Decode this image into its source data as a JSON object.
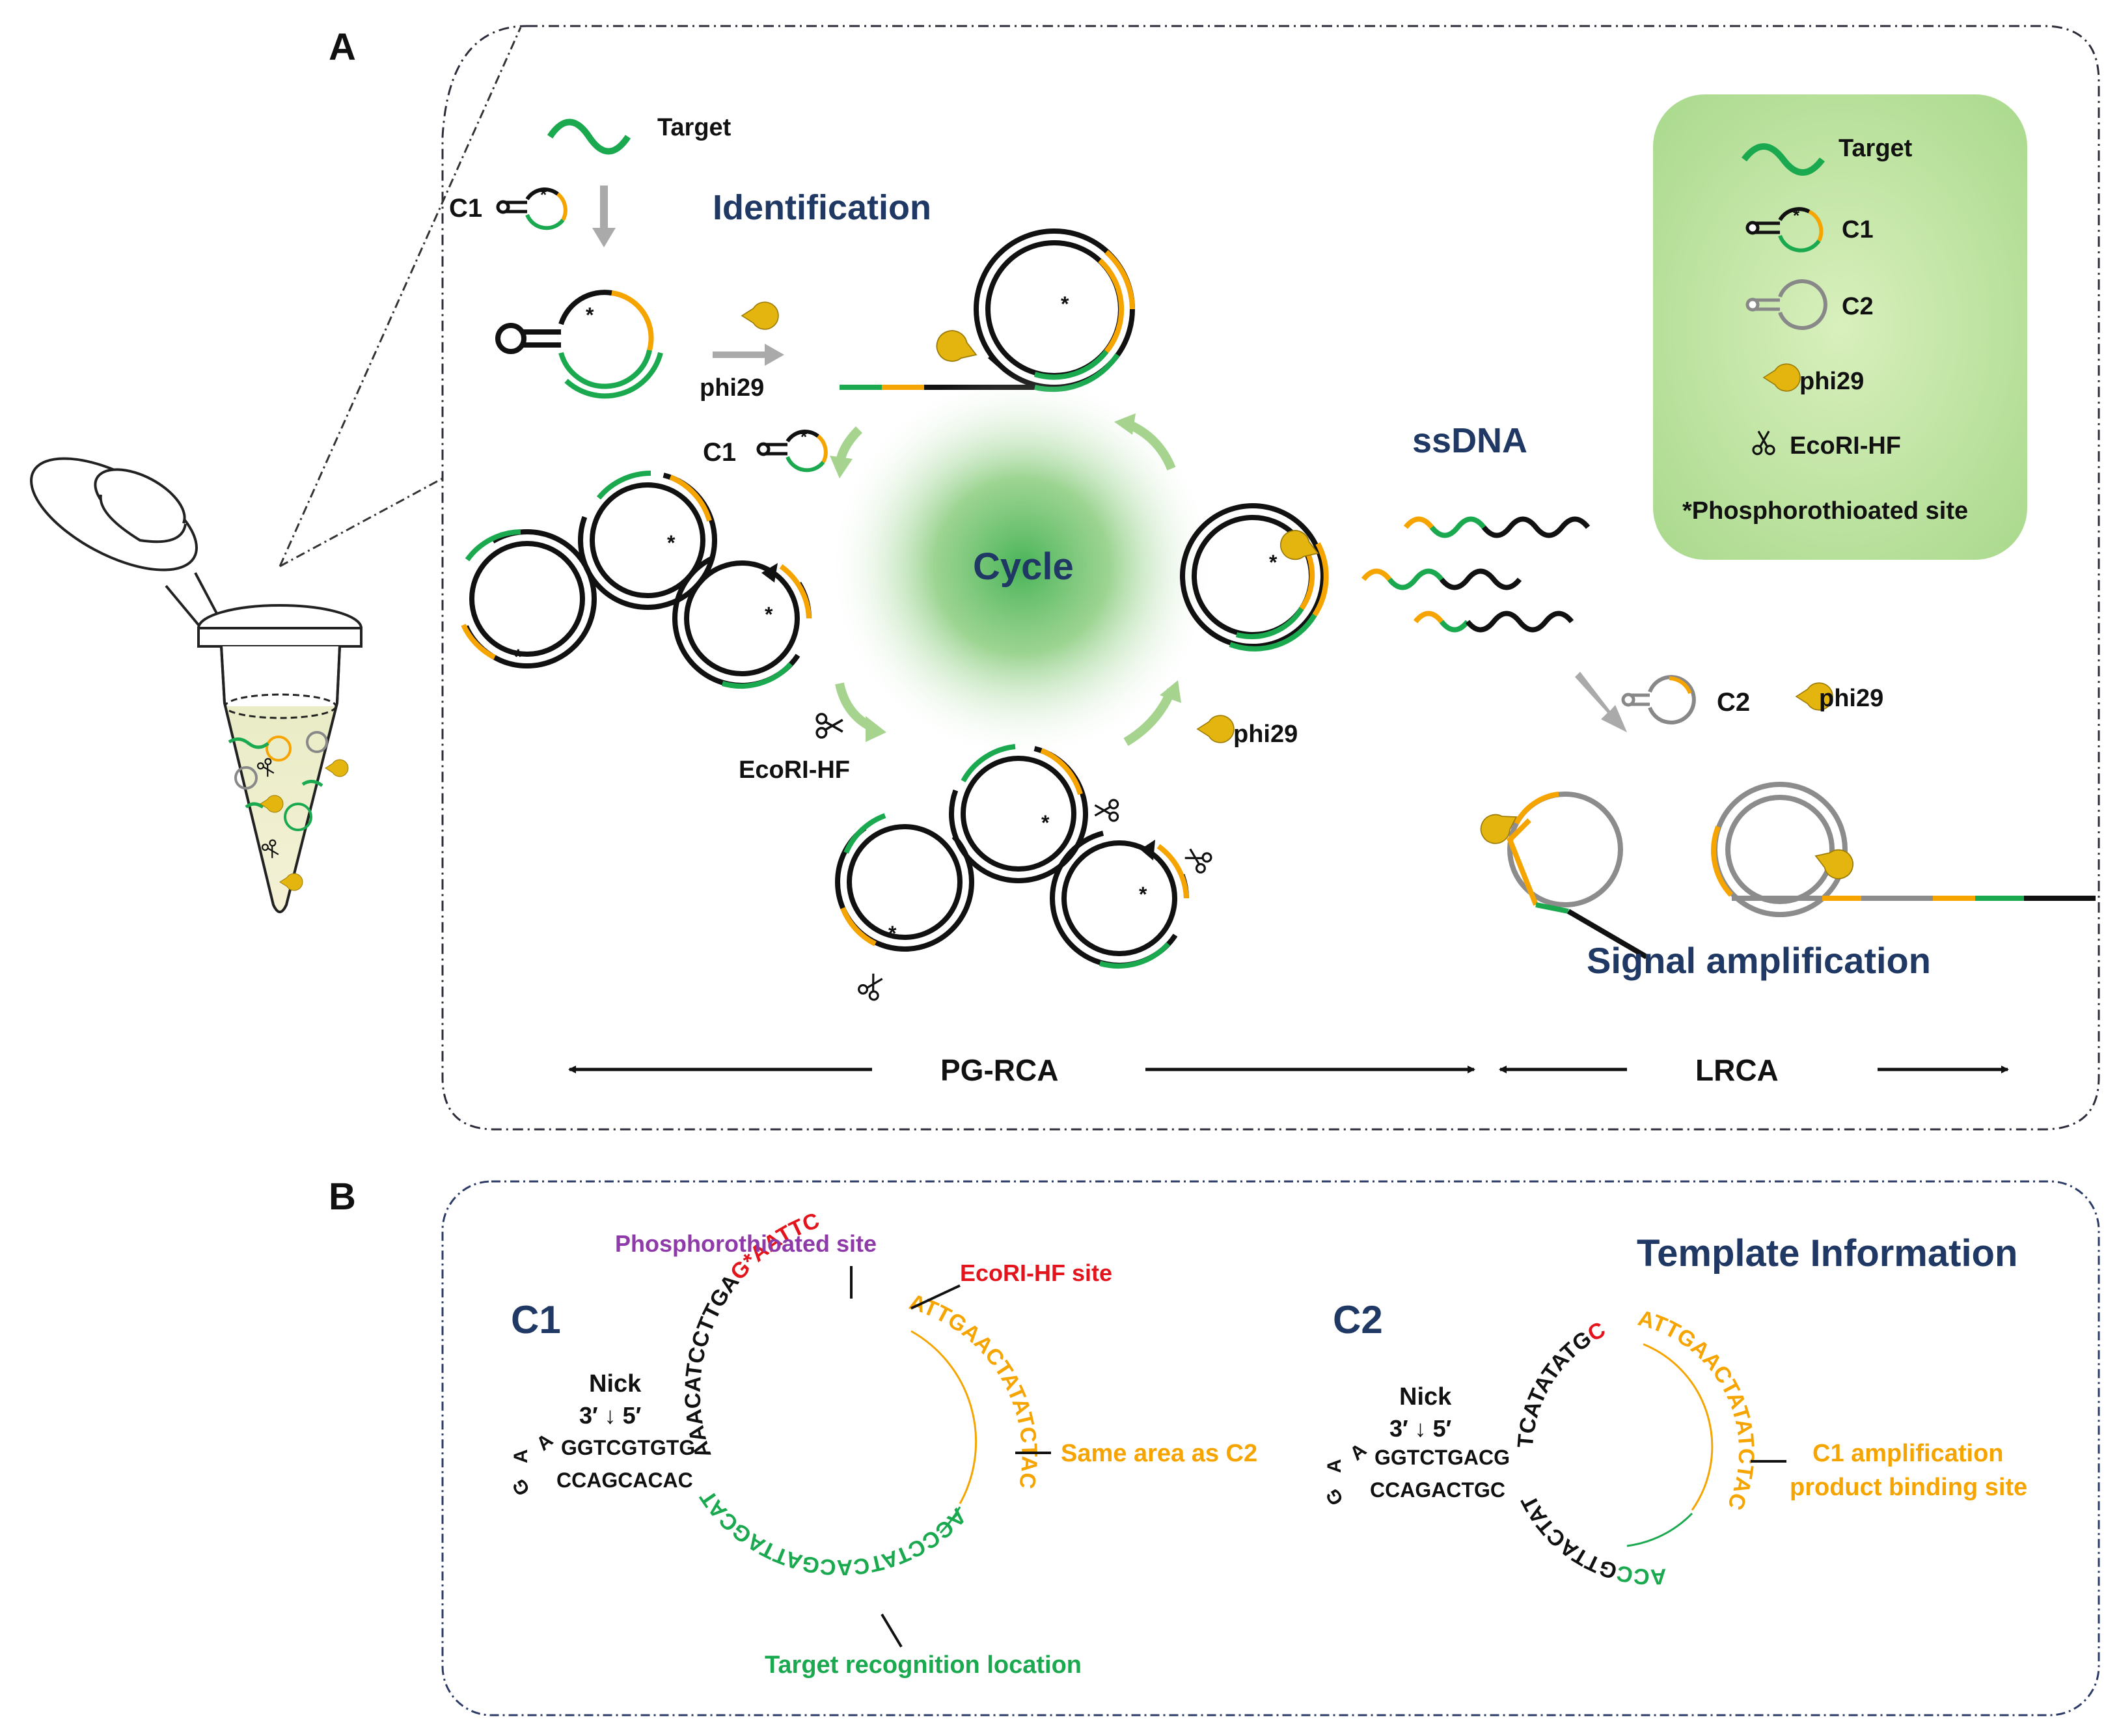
{
  "panel_a": {
    "label": "A",
    "target": "Target",
    "c1": "C1",
    "identification": "Identification",
    "phi29": "phi29",
    "ssdna": "ssDNA",
    "cycle": "Cycle",
    "ecori": "EcoRI-HF",
    "c2": "C2",
    "signal_amplification": "Signal amplification",
    "pg_rca": "PG-RCA",
    "lrca": "LRCA",
    "asterisk": "*"
  },
  "legend": {
    "target": "Target",
    "c1": "C1",
    "c2": "C2",
    "phi29": "phi29",
    "ecori": "EcoRI-HF",
    "phospho": "*Phosphorothioated site"
  },
  "panel_b": {
    "label": "B",
    "title": "Template Information",
    "c1": "C1",
    "c2": "C2",
    "nick": "Nick",
    "nick_dir": "3′ ↓ 5′",
    "phospho_site": "Phosphorothioated site",
    "ecori_site": "EcoRI-HF site",
    "same_area": "Same area as C2",
    "target_recognition": "Target recognition location",
    "c1_amp_line1": "C1 amplification",
    "c1_amp_line2": "product binding site",
    "c1_stem_top": "GGTCGTGTG",
    "c1_stem_bottom": "CCAGCACAC",
    "c2_stem_top": "GGTCTGACG",
    "c2_stem_bottom": "CCAGACTGC",
    "loop_a1": "A",
    "loop_a2": "A",
    "loop_g": "G",
    "c1_seq_black": "AAACATCCTTGA",
    "c1_seq_red_g": "G",
    "c1_seq_star": "*",
    "c1_seq_red": "AATTC",
    "c1_seq_orange": "ATTGAACTATATCTAC",
    "c1_seq_green": "ACCCTATCACGATTAGCATTAA",
    "c2_seq_black": "TCATATATG",
    "c2_seq_red": "C",
    "c2_seq_orange": "ATTGAACTATATCTAC",
    "c2_seq_green": "ACC",
    "c2_seq_black2": "GTTACTATAAT"
  },
  "colors": {
    "green": "#1aa94f",
    "orange": "#f5a400",
    "black": "#111111",
    "gray": "#8c8c8c",
    "title_blue": "#1f3864",
    "red": "#e3141b",
    "purple": "#8e3aa8",
    "legend_bg": "#c8e6a6",
    "phi29": "#e3b50e"
  }
}
